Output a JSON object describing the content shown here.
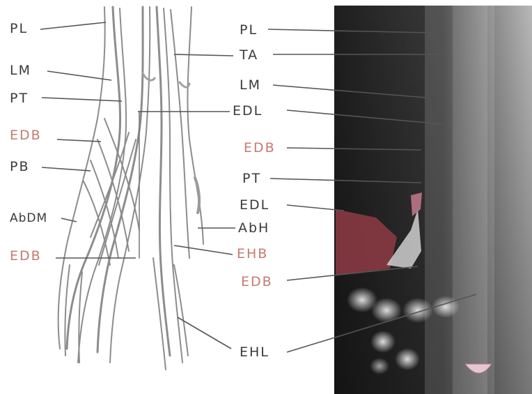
{
  "left_labels": [
    {
      "text": "PL",
      "color": "#3a3a3a"
    },
    {
      "text": "LM",
      "color": "#3a3a3a"
    },
    {
      "text": "PT",
      "color": "#3a3a3a"
    },
    {
      "text": "EDB",
      "color": "#c47a72"
    },
    {
      "text": "PB",
      "color": "#3a3a3a"
    },
    {
      "text": "AbDM",
      "color": "#3a3a3a"
    },
    {
      "text": "EDB",
      "color": "#c47a72"
    }
  ],
  "center_labels": [
    {
      "text": "PL",
      "color": "#3a3a3a"
    },
    {
      "text": "TA",
      "color": "#3a3a3a"
    },
    {
      "text": "LM",
      "color": "#3a3a3a"
    },
    {
      "text": "EDL",
      "color": "#3a3a3a"
    },
    {
      "text": "EDB",
      "color": "#c47a72"
    },
    {
      "text": "PT",
      "color": "#3a3a3a"
    },
    {
      "text": "EDL",
      "color": "#3a3a3a"
    },
    {
      "text": "AbH",
      "color": "#3a3a3a"
    },
    {
      "text": "EHB",
      "color": "#c47a72"
    },
    {
      "text": "EDB",
      "color": "#c47a72"
    },
    {
      "text": "EHL",
      "color": "#3a3a3a"
    }
  ],
  "colors": {
    "label_dark": "#3a3a3a",
    "label_pink": "#c47a72",
    "radiograph_bg": "#2a2a2a",
    "highlight_red": "#9a4a50"
  }
}
